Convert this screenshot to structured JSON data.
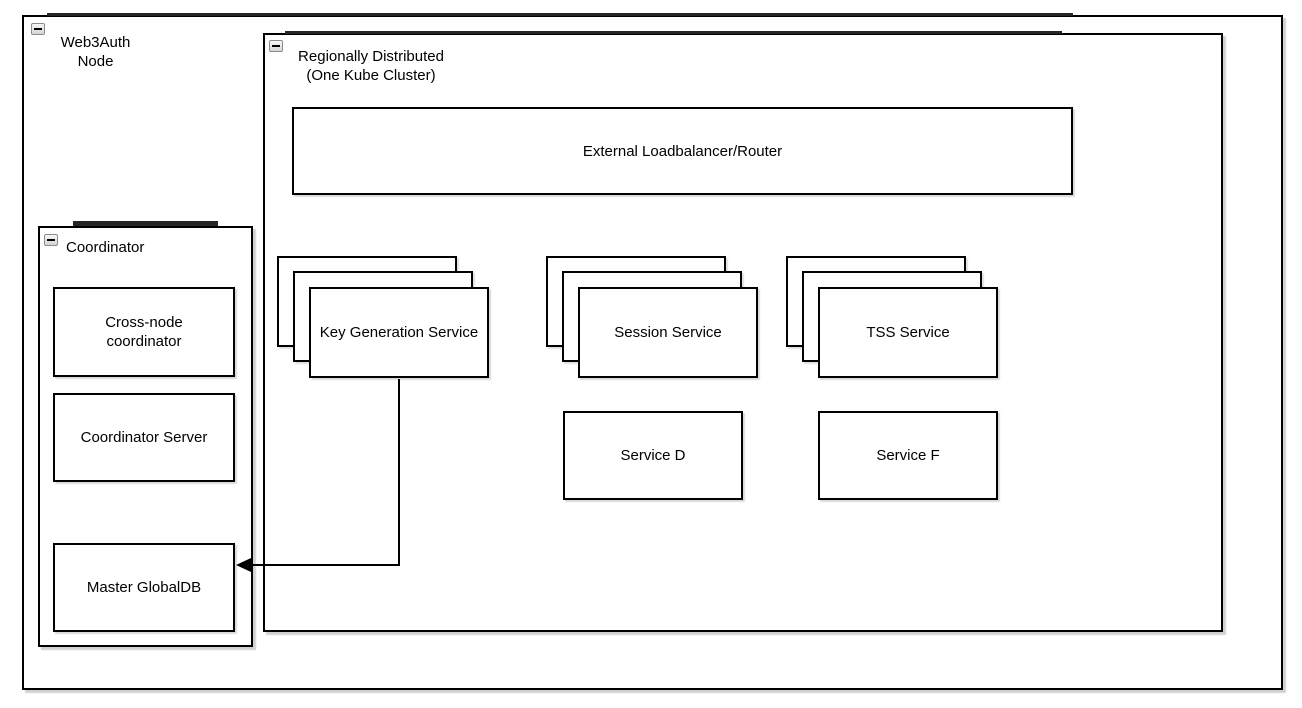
{
  "diagram": {
    "type": "architecture-diagram",
    "colors": {
      "stroke": "#000000",
      "fill": "#ffffff",
      "shadow": "rgba(0,0,0,0.18)",
      "collapse_button_fill": "#ececec",
      "collapse_button_border": "#8c8c8c"
    },
    "outer_container": {
      "label": "Web3Auth\nNode",
      "collapse_icon": "minus"
    },
    "cluster_container": {
      "label": "Regionally Distributed\n(One Kube Cluster)",
      "collapse_icon": "minus"
    },
    "loadbalancer": {
      "label": "External Loadbalancer/Router"
    },
    "stacks": [
      {
        "label": "Key Generation\nService",
        "copies": 3
      },
      {
        "label": "Session Service",
        "copies": 3
      },
      {
        "label": "TSS Service",
        "copies": 3
      }
    ],
    "services": [
      {
        "label": "Service D"
      },
      {
        "label": "Service F"
      }
    ],
    "coordinator": {
      "label": "Coordinator",
      "collapse_icon": "minus",
      "children": [
        {
          "label": "Cross-node\ncoordinator"
        },
        {
          "label": "Coordinator Server"
        },
        {
          "label": "Master GlobalDB"
        }
      ]
    },
    "edge": {
      "description": "Key Generation Service to Master GlobalDB",
      "arrowhead": "left"
    }
  }
}
